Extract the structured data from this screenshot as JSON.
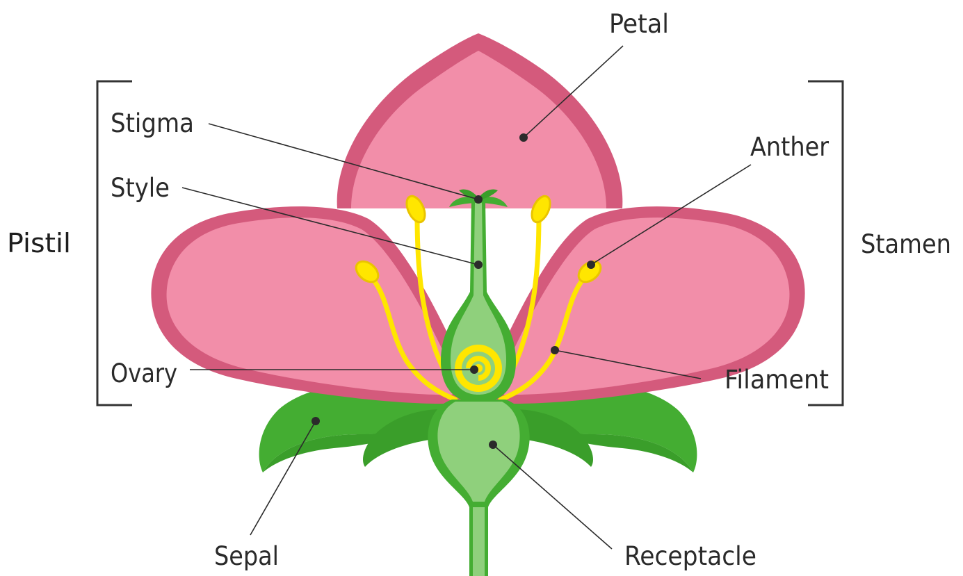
{
  "labels": {
    "petal": "Petal",
    "stigma": "Stigma",
    "style": "Style",
    "anther": "Anther",
    "pistil": "Pistil",
    "stamen": "Stamen",
    "ovary": "Ovary",
    "filament": "Filament",
    "sepal": "Sepal",
    "receptacle": "Receptacle"
  },
  "colors": {
    "petal_outer": "#d45a7c",
    "petal_inner": "#f28ea9",
    "green_dark": "#3a9e2a",
    "green_mid": "#44ad32",
    "green_light": "#8fd07c",
    "yellow": "#ffe600",
    "yellow_dark": "#e9c400"
  }
}
